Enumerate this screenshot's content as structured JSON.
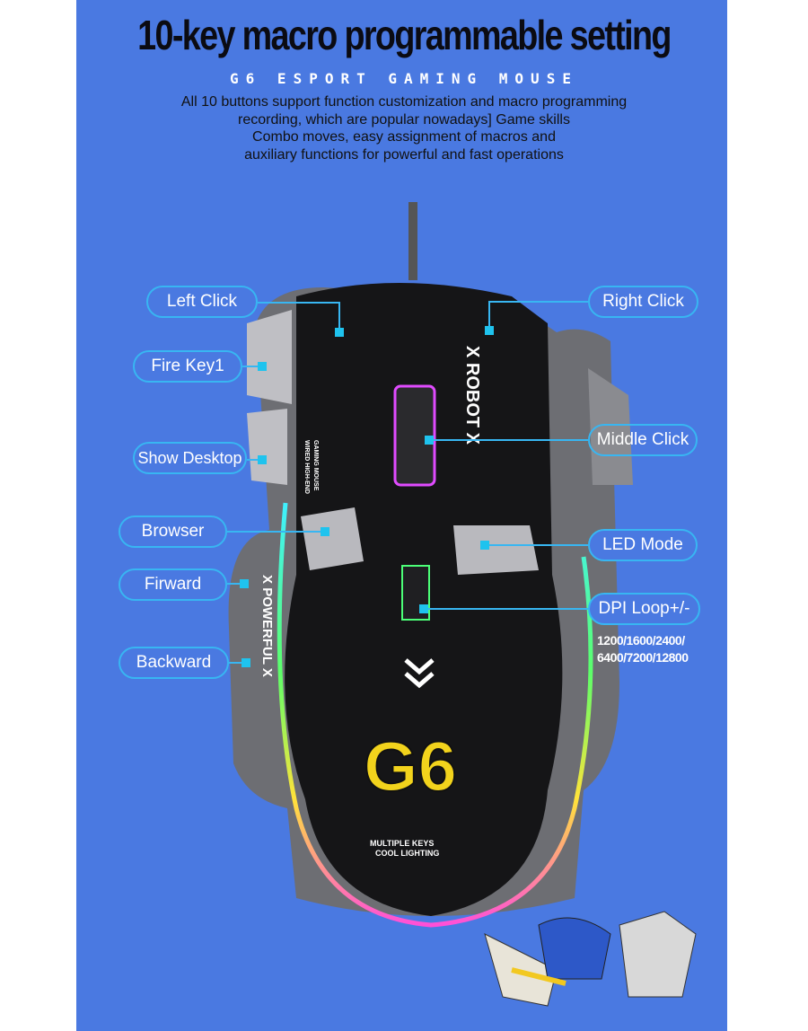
{
  "header": {
    "title": "10-key macro programmable setting",
    "subtitle": "G6 ESPORT GAMING MOUSE",
    "description": [
      "All 10 buttons support function customization and macro programming",
      "recording, which are popular nowadays] Game skills",
      "Combo moves, easy assignment of macros and",
      "auxiliary functions for powerful and fast operations"
    ]
  },
  "labels": {
    "left_click": "Left Click",
    "fire_key": "Fire Key1",
    "show_desktop": "Show Desktop",
    "browser": "Browser",
    "forward": "Firward",
    "backward": "Backward",
    "right_click": "Right Click",
    "middle_click": "Middle Click",
    "led_mode": "LED Mode",
    "dpi_loop": "DPI Loop+/-"
  },
  "dpi_values": [
    "1200/1600/2400/",
    "6400/7200/12800"
  ],
  "mouse_print": {
    "logo": "G6",
    "robot": "ROBOT",
    "powerful": "POWERFUL",
    "tagline": [
      "MULTIPLE KEYS",
      "COOL LIGHTING"
    ],
    "side_text": [
      "WIRED HIGH-END",
      "GAMING MOUSE"
    ]
  },
  "colors": {
    "background": "#4a79e1",
    "accent": "#38b6f2",
    "logo": "#f2d31c"
  }
}
